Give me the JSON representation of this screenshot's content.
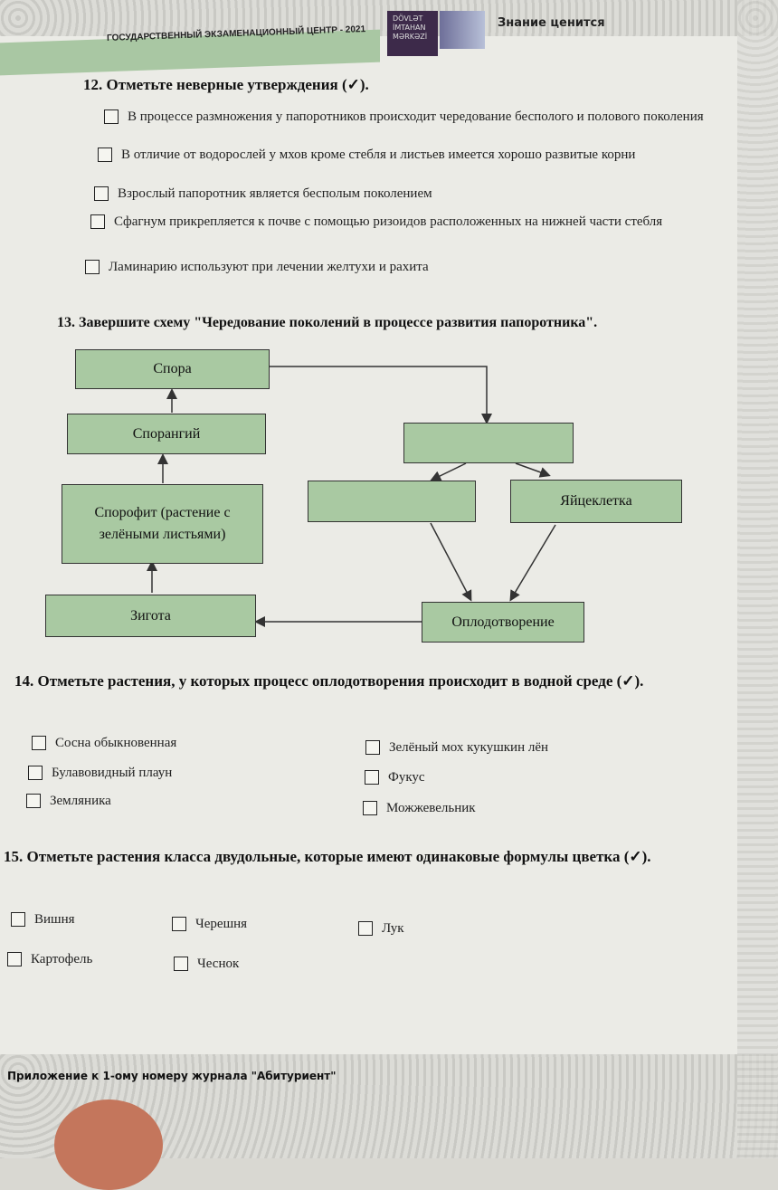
{
  "header": {
    "center_name": "ГОСУДАРСТВЕННЫЙ ЭКЗАМЕНАЦИОННЫЙ ЦЕНТР - 2021",
    "logo_lines": [
      "DÖVLƏT",
      "İMTAHAN",
      "MƏRKƏZİ"
    ],
    "slogan": "Знание ценится"
  },
  "q12": {
    "title": "12. Отметьте неверные утверждения (✓).",
    "options": [
      "В процессе размножения у папоротников происходит чередование бесполого и полового поколения",
      "В отличие от водорослей у мхов кроме стебля и листьев имеется хорошо развитые корни",
      "Взрослый папоротник является бесполым поколением",
      "Сфагнум прикрепляется к почве с помощью ризоидов расположенных на нижней части стебля",
      "Ламинарию используют при лечении желтухи и рахита"
    ]
  },
  "q13": {
    "title": "13. Завершите схему \"Чередование поколений в процессе развития папоротника\".",
    "boxes": {
      "spore": "Спора",
      "sporangium": "Спорангий",
      "sporophyte": "Спорофит (растение с зелёными листьями)",
      "zygote": "Зигота",
      "blank_top": "",
      "blank_left": "",
      "egg": "Яйцеклетка",
      "fertilization": "Оплодотворение"
    }
  },
  "q14": {
    "title": "14. Отметьте растения, у которых процесс оплодотворения происходит в водной среде (✓).",
    "options": [
      "Сосна обыкновенная",
      "Булавовидный плаун",
      "Земляника",
      "Зелёный мох кукушкин лён",
      "Фукус",
      "Можжевельник"
    ]
  },
  "q15": {
    "title": "15. Отметьте растения класса двудольные, которые имеют одинаковые формулы цветка (✓).",
    "options": [
      "Вишня",
      "Картофель",
      "Черешня",
      "Чеснок",
      "Лук"
    ]
  },
  "footer": "Приложение к 1-ому номеру журнала \"Абитуриент\""
}
